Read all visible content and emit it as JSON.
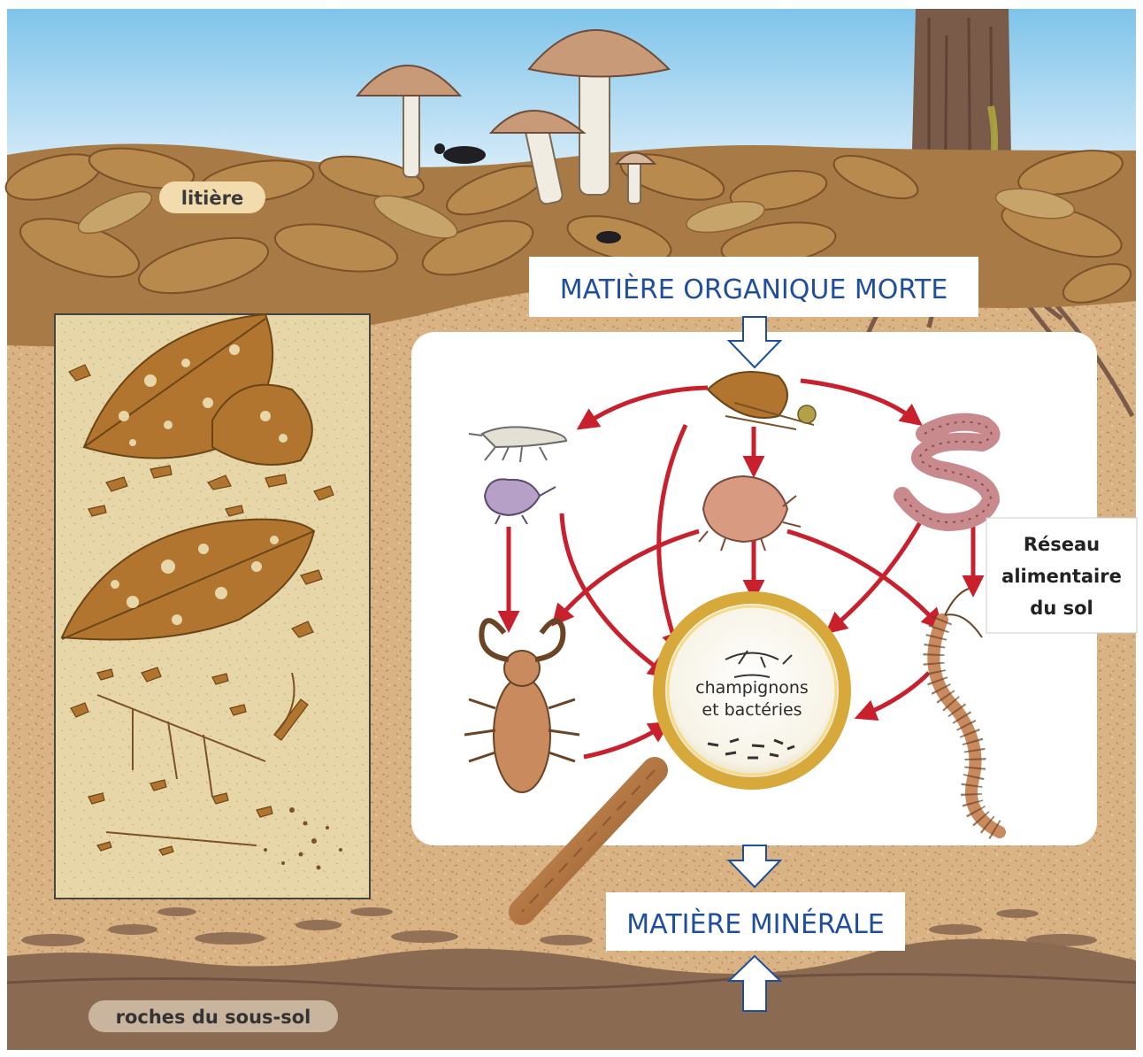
{
  "labels": {
    "litiere": "litière",
    "roches": "roches du sous-sol",
    "organique": "MATIÈRE ORGANIQUE MORTE",
    "minerale": "MATIÈRE MINÉRALE",
    "reseau_line1": "Réseau",
    "reseau_line2": "alimentaire",
    "reseau_line3": "du sol",
    "loupe_line1": "champignons",
    "loupe_line2": "et bactéries"
  },
  "colors": {
    "sky_top": "#7fc4ea",
    "soil": "#d9b383",
    "bedrock": "#8b6a52",
    "title_blue": "#1f4e9e",
    "arrow_red": "#c8202c",
    "leaf_brown": "#b27530",
    "panel_cream": "#e7d6a8"
  }
}
